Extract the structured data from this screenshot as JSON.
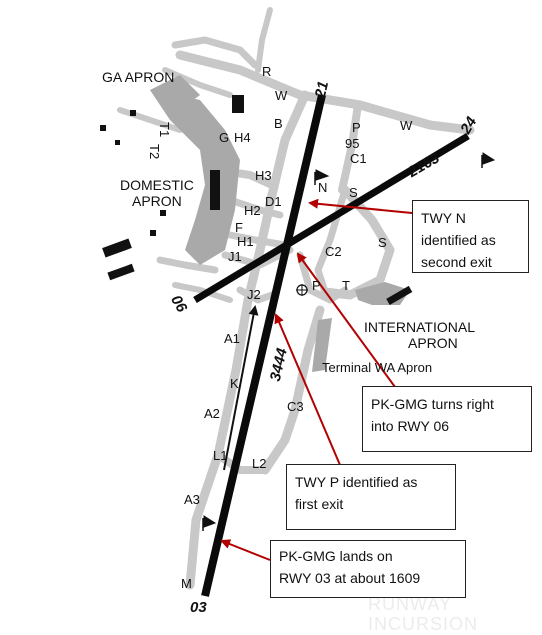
{
  "labels": {
    "ga_apron": "GA APRON",
    "domestic_apron_1": "DOMESTIC",
    "domestic_apron_2": "APRON",
    "international_apron_1": "INTERNATIONAL",
    "international_apron_2": "APRON",
    "terminal_wa_apron": "Terminal WA Apron",
    "rwy_21": "21",
    "rwy_03": "03",
    "rwy_24": "24",
    "rwy_06": "06",
    "rwy_len_3444": "3444",
    "rwy_len_2163": "2163"
  },
  "taxiways": {
    "r": "R",
    "w1": "W",
    "w2": "W",
    "b": "B",
    "p_top": "P",
    "p95": "95",
    "c1": "C1",
    "g": "G",
    "h4": "H4",
    "h3": "H3",
    "n": "N",
    "s1": "S",
    "d1": "D1",
    "h2": "H2",
    "f": "F",
    "h1": "H1",
    "j1": "J1",
    "c2": "C2",
    "s2": "S",
    "p_mid": "P",
    "t": "T",
    "j2": "J2",
    "a1": "A1",
    "k": "K",
    "a2": "A2",
    "c3": "C3",
    "l1": "L1",
    "l2": "L2",
    "a3": "A3",
    "m": "M",
    "t1": "T1",
    "t2": "T2"
  },
  "callouts": {
    "twy_n": "TWY N\nidentified as\nsecond exit",
    "turns_right": "PK-GMG turns right\ninto RWY 06",
    "twy_p": "TWY P identified as\nfirst exit",
    "lands": "PK-GMG lands on\nRWY 03 at about 1609"
  },
  "watermark": {
    "line1": "RUNWAY",
    "line2": "INCURSION"
  },
  "colors": {
    "runway": "#0a0a0a",
    "taxiway": "#c8c8c8",
    "apron": "#a9a9a9",
    "arrow_red": "#b30000",
    "text": "#111111"
  }
}
